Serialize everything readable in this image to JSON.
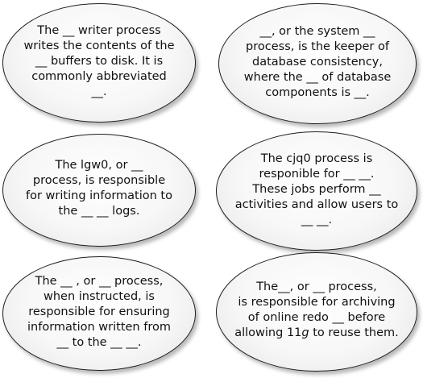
{
  "bubbles": [
    {
      "text": "The __ writer process\nwrites the contents of the\n__ buffers to disk. It is\ncommonly abbreviated\n__."
    },
    {
      "text": "__, or the system __\nprocess, is the keeper of\ndatabase consistency,\nwhere the __ of database\ncomponents is __."
    },
    {
      "text": "The lgw0, or __\nprocess, is responsible\nfor writing information to\nthe __ __ logs."
    },
    {
      "text": "The cjq0 process is\nresponible for __ __.\nThese jobs perform __\nactivities and allow users to\n__ __."
    },
    {
      "text": "The __ , or __ process,\nwhen instructed, is\nresponsible for ensuring\ninformation written from\n__ to the __ __."
    },
    {
      "text": "The__, or __ process,\nis responsible for archiving\nof online redo __ before\nallowing 11g to reuse them."
    }
  ]
}
